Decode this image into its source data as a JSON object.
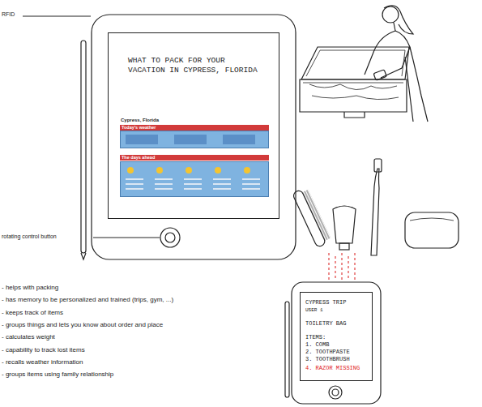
{
  "diagram": {
    "nodes": [
      {
        "text": [
          "WHAT TO PACK FOR YOUR VACATION IN CYPRESS, FLORIDA"
        ]
      },
      {
        "text": [
          "Cypress, Florida",
          "Today's weather"
        ],
        "in": 0
      },
      {
        "text": [
          "The days ahead"
        ],
        "in": 0
      },
      {
        "text": [
          "CYPRESS TRIP",
          "USER 1",
          "TOILETRY BAG",
          "ITEMS:",
          "1. COMB",
          "2. TOOTHPASTE",
          "3. TOOTHBRUSH",
          "4. RAZOR MISSING"
        ]
      }
    ],
    "edges": [],
    "labels": [
      "RFID",
      "rotating control button",
      "- helps with packing",
      "- has memory to be personalized and trained (trips, gym, ...)",
      "- keeps track of items",
      "- groups things and lets you know about order and place",
      "- calculates weight",
      "- capability to track lost items",
      "- recalls weather information",
      "- groups items using family relationship"
    ]
  }
}
